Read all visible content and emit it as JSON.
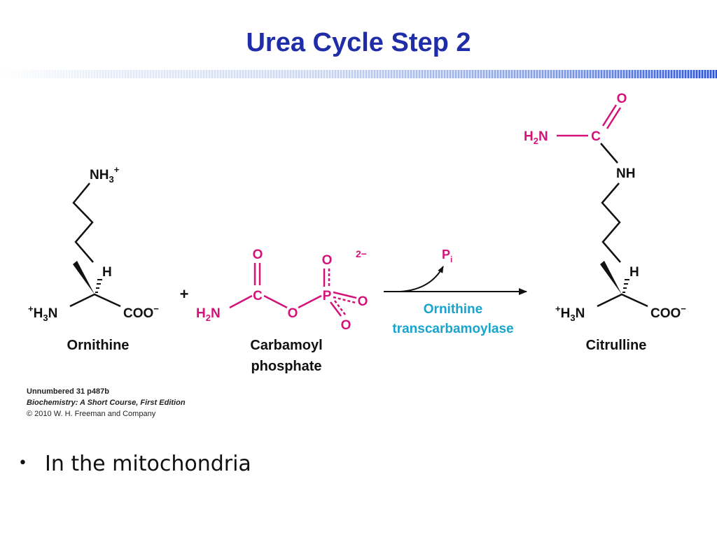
{
  "slide": {
    "title": "Urea Cycle Step 2"
  },
  "colors": {
    "title": "#1f2ea8",
    "reactant": "#d4127a",
    "enzyme": "#1aa3cc",
    "ink": "#111111"
  },
  "ornithine": {
    "amine": "NH",
    "amine_sub": "3",
    "amine_sup": "+",
    "alpha_h": "H",
    "alpha_amine_sup": "+",
    "alpha_amine": "H",
    "alpha_amine_sub": "3",
    "alpha_amine_n": "N",
    "carboxylate": "COO",
    "carboxylate_sup": "−",
    "name": "Ornithine"
  },
  "plus_sign": "+",
  "carbamoyl_phosphate": {
    "amine": "H",
    "amine_sub": "2",
    "amine_n": "N",
    "carbonyl_c": "C",
    "carbonyl_o": "O",
    "bridge_o": "O",
    "phosphorus": "P",
    "oxygens": [
      "O",
      "O",
      "O"
    ],
    "charge": "2−",
    "name_line1": "Carbamoyl",
    "name_line2": "phosphate"
  },
  "byproduct": {
    "label": "P",
    "sub": "i"
  },
  "enzyme": {
    "line1": "Ornithine",
    "line2": "transcarbamoylase"
  },
  "citrulline": {
    "carbonyl_o": "O",
    "carbonyl_c": "C",
    "amine": "H",
    "amine_sub": "2",
    "amine_n": "N",
    "nh": "NH",
    "alpha_h": "H",
    "alpha_amine_sup": "+",
    "alpha_amine": "H",
    "alpha_amine_sub": "3",
    "alpha_amine_n": "N",
    "carboxylate": "COO",
    "carboxylate_sup": "−",
    "name": "Citrulline"
  },
  "credits": {
    "line1": "Unnumbered 31 p487b",
    "line2": "Biochemistry: A Short Course, First Edition",
    "line3": "© 2010 W. H. Freeman and Company"
  },
  "bullets": [
    {
      "marker": "•",
      "text": "In the mitochondria"
    }
  ]
}
